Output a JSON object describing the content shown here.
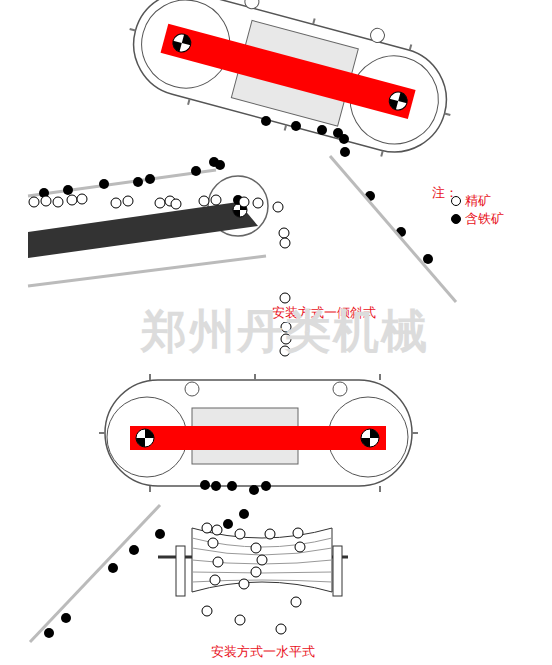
{
  "diagram": {
    "labels": [
      "注：",
      "安装方式一倾斜式",
      "郑州丹类机械",
      "安装方式一水平式"
    ],
    "legend": [
      {
        "text": "精矿"
      },
      {
        "text": "含铁矿"
      }
    ]
  }
}
